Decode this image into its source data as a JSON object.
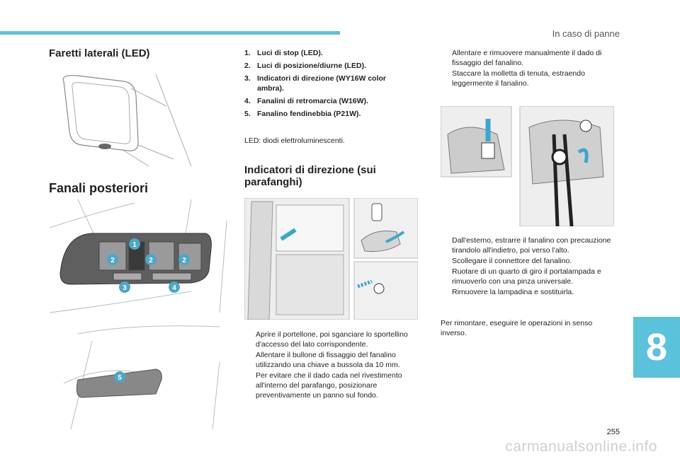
{
  "header": {
    "section": "In caso di panne",
    "chapter": "8"
  },
  "footer": {
    "page_number": "255",
    "watermark": "carmanualsonline.info"
  },
  "headings": {
    "faretti": "Faretti laterali (LED)",
    "fanali": "Fanali posteriori",
    "indicatori": "Indicatori di direzione (sui parafanghi)"
  },
  "lamp_list": [
    {
      "num": "1.",
      "text": "Luci di stop (LED)."
    },
    {
      "num": "2.",
      "text": "Luci di posizione/diurne (LED)."
    },
    {
      "num": "3.",
      "text": "Indicatori di direzione (WY16W color ambra)."
    },
    {
      "num": "4.",
      "text": "Fanalini di retromarcia (W16W)."
    },
    {
      "num": "5.",
      "text": "Fanalino fendinebbia (P21W)."
    }
  ],
  "led_note": "LED: diodi elettroluminescenti.",
  "bullet_marker": "",
  "steps_col1": [
    "Aprire il portellone, poi sganciare lo sportellino d'accesso del lato corrispondente.",
    "Allentare il bullone di fissaggio del fanalino utilizzando una chiave a bussola da 10 mm.",
    "Per evitare che il dado cada nel rivestimento all'interno del parafango, posizionare preventivamente un panno sul fondo."
  ],
  "steps_col2a": [
    "Allentare e rimuovere manualmente il dado di fissaggio del fanalino.",
    "Staccare la molletta di tenuta, estraendo leggermente il fanalino."
  ],
  "steps_col2b": [
    "Dall'esterno, estrarre il fanalino con precauzione tirandolo all'indietro, poi verso l'alto.",
    "Scollegare il connettore del fanalino.",
    "Ruotare di un quarto di giro il portalampada e rimuoverlo con una pinza universale.",
    "Rimuovere la lampadina e sostituirla."
  ],
  "closing": "Per rimontare, eseguire le operazioni in senso inverso.",
  "callouts": [
    "1",
    "2",
    "2",
    "2",
    "3",
    "4",
    "5"
  ],
  "colors": {
    "accent": "#5bc2dc",
    "callout": "#4aa8c9",
    "arrow": "#3aa7cf"
  }
}
